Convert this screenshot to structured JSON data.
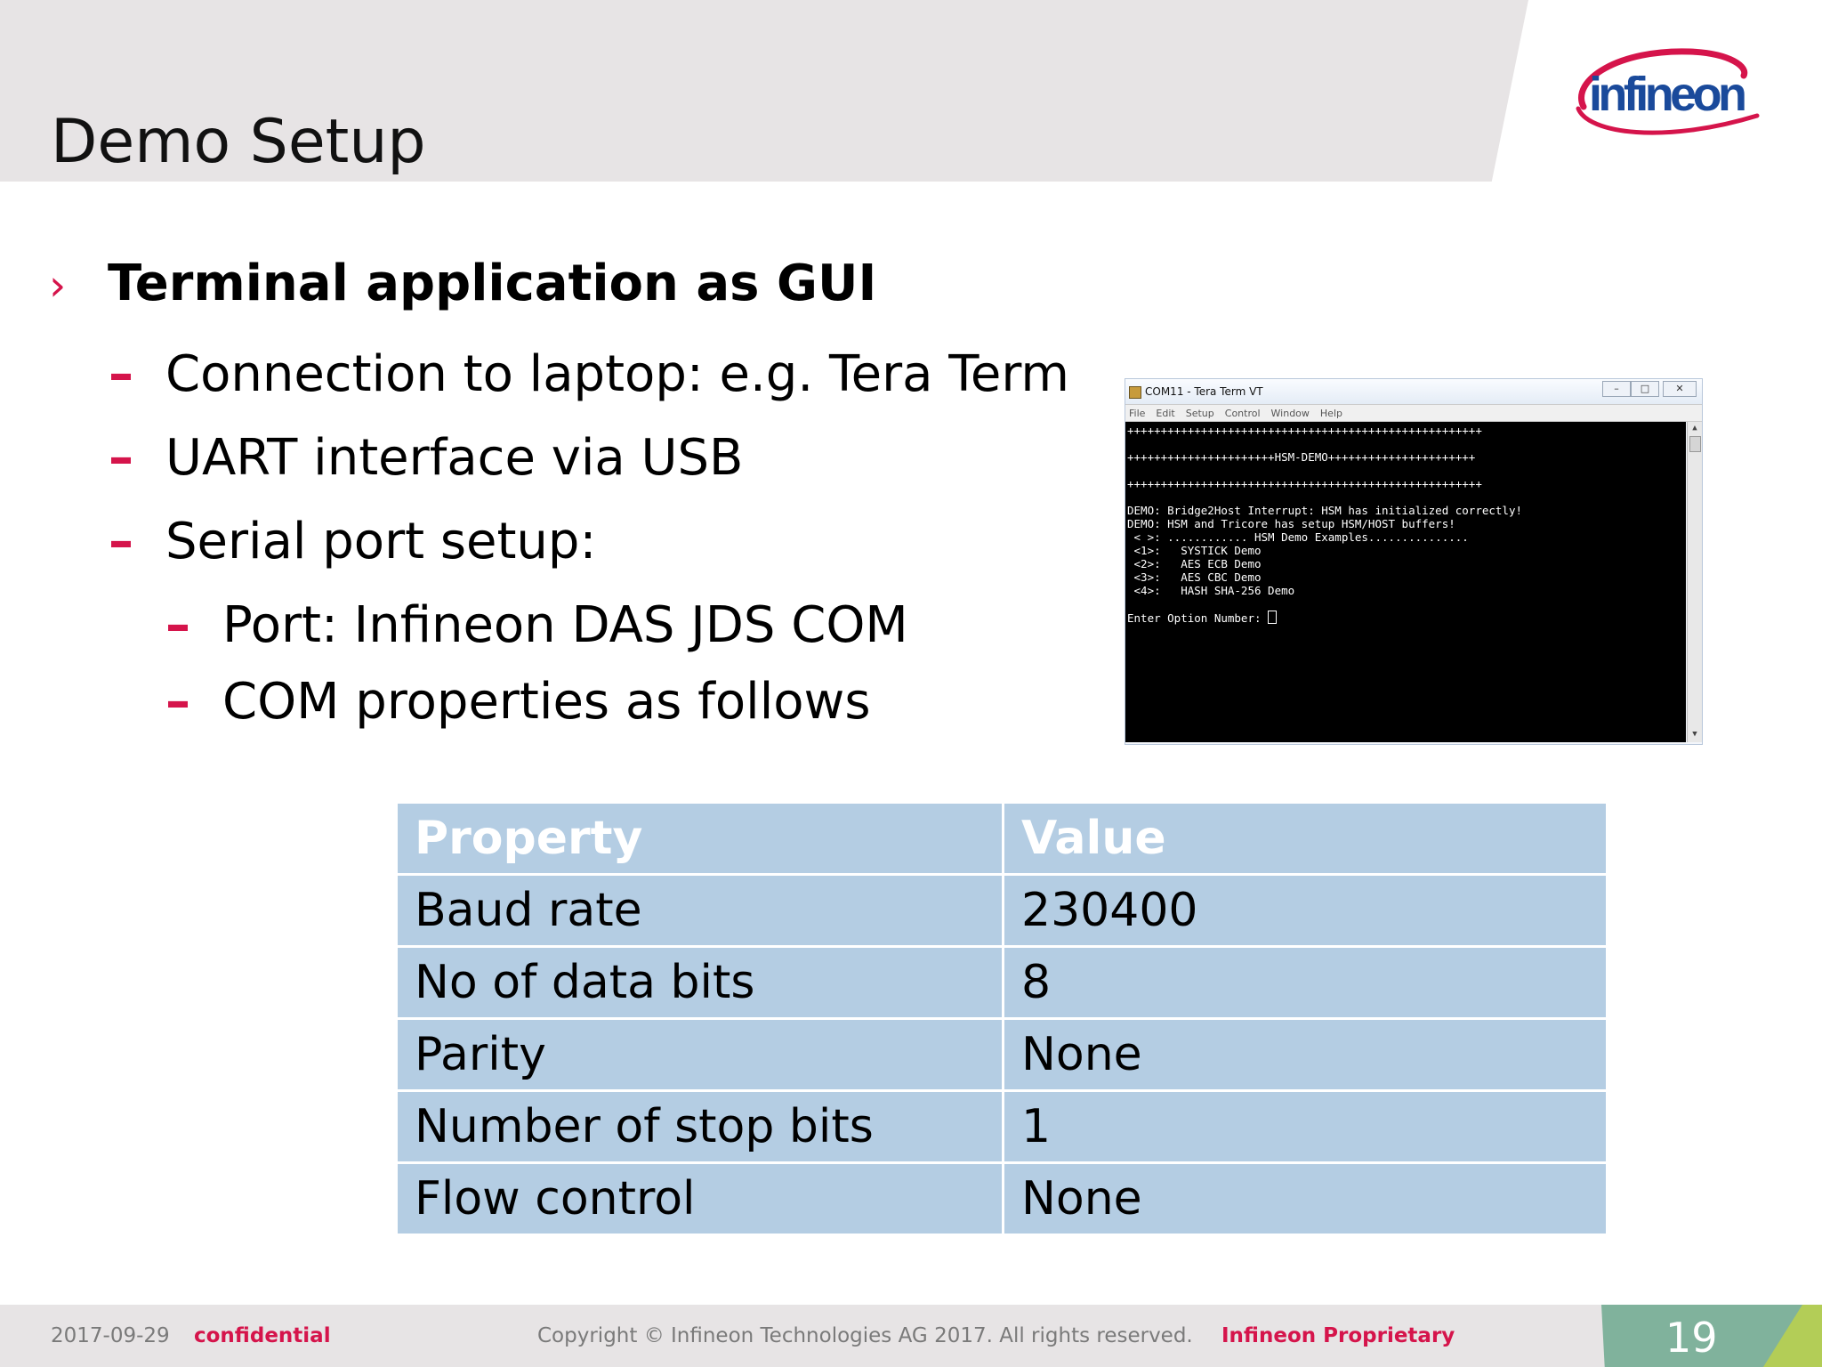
{
  "header": {
    "title": "Demo Setup",
    "logo_text": "infineon"
  },
  "bullets": {
    "main": "Terminal application as GUI",
    "items": [
      "Connection to laptop: e.g. Tera Term",
      "UART interface via USB",
      "Serial port setup:"
    ],
    "subitems": [
      "Port: Infineon DAS JDS COM",
      "COM properties as follows"
    ],
    "marker_main": "›",
    "marker_sub": "–"
  },
  "terminal": {
    "window_title": "COM11 - Tera Term VT",
    "menu": [
      "File",
      "Edit",
      "Setup",
      "Control",
      "Window",
      "Help"
    ],
    "lines": [
      "+++++++++++++++++++++++++++++++++++++++++++++++++++++",
      "",
      "++++++++++++++++++++++HSM-DEMO++++++++++++++++++++++",
      "",
      "+++++++++++++++++++++++++++++++++++++++++++++++++++++",
      "",
      "DEMO: Bridge2Host Interrupt: HSM has initialized correctly!",
      "DEMO: HSM and Tricore has setup HSM/HOST buffers!",
      " < >: ............ HSM Demo Examples...............",
      " <1>:   SYSTICK Demo",
      " <2>:   AES ECB Demo",
      " <3>:   AES CBC Demo",
      " <4>:   HASH SHA-256 Demo",
      ""
    ],
    "prompt": "Enter Option Number: "
  },
  "table": {
    "headers": [
      "Property",
      "Value"
    ],
    "rows": [
      [
        "Baud rate",
        "230400"
      ],
      [
        "No of data bits",
        "8"
      ],
      [
        "Parity",
        "None"
      ],
      [
        "Number of stop bits",
        "1"
      ],
      [
        "Flow control",
        "None"
      ]
    ]
  },
  "footer": {
    "date": "2017-09-29",
    "confidential": "confidential",
    "copyright": "Copyright © Infineon Technologies AG 2017. All rights reserved.",
    "proprietary": "Infineon Proprietary",
    "page_number": "19"
  },
  "colors": {
    "accent": "#d5144b",
    "table_fill": "#b4cde3",
    "header_band": "#e7e4e5",
    "logo_blue": "#1a4a9b",
    "page_tab": "#80b29c"
  }
}
